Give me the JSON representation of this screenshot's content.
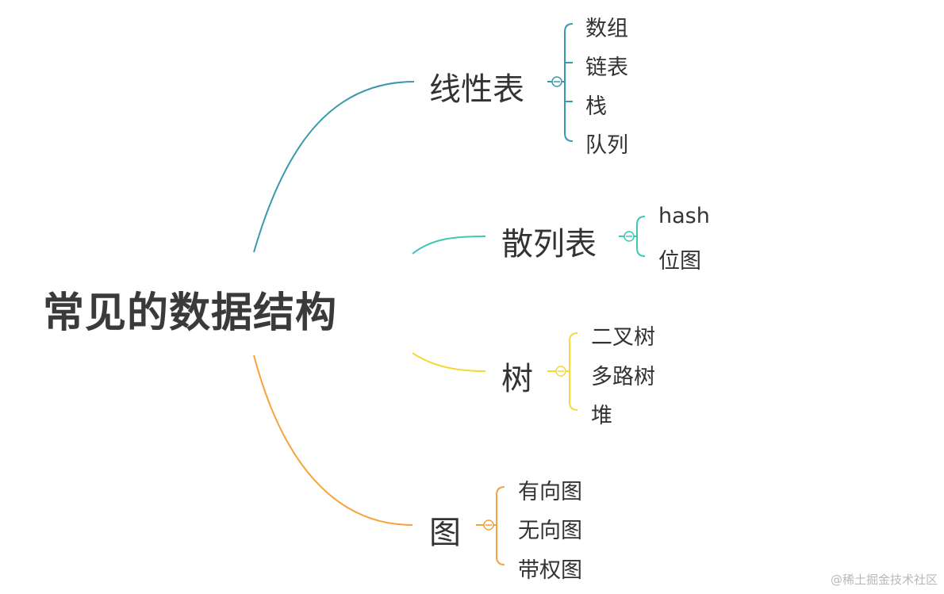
{
  "root": {
    "label": "常见的数据结构"
  },
  "branches": [
    {
      "label": "线性表",
      "color": "#3a9aad",
      "children": [
        "数组",
        "链表",
        "栈",
        "队列"
      ]
    },
    {
      "label": "散列表",
      "color": "#3fc7b6",
      "children": [
        "hash",
        "位图"
      ]
    },
    {
      "label": "树",
      "color": "#f4d93b",
      "children": [
        "二叉树",
        "多路树",
        "堆"
      ]
    },
    {
      "label": "图",
      "color": "#f5a33b",
      "children": [
        "有向图",
        "无向图",
        "带权图"
      ]
    }
  ],
  "watermark": "@稀土掘金技术社区"
}
